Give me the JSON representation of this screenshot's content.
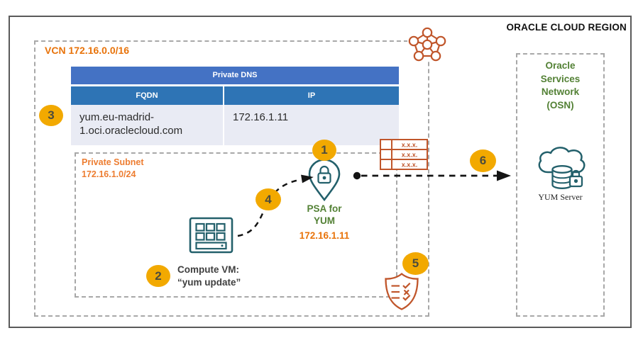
{
  "region": {
    "title": "ORACLE CLOUD REGION"
  },
  "vcn": {
    "label": "VCN 172.16.0.0/16"
  },
  "dns_table": {
    "title": "Private DNS",
    "columns": [
      "FQDN",
      "IP"
    ],
    "rows": [
      {
        "fqdn": "yum.eu-madrid-1.oci.oraclecloud.com",
        "ip": "172.16.1.11"
      }
    ]
  },
  "subnet": {
    "name": "Private Subnet",
    "cidr": "172.16.1.0/24"
  },
  "psa": {
    "title_line1": "PSA for",
    "title_line2": "YUM",
    "ip": "172.16.1.11"
  },
  "compute": {
    "line1": "Compute VM:",
    "line2": "“yum update”"
  },
  "route_table": {
    "cell": "x.x.x."
  },
  "osn": {
    "lines": [
      "Oracle",
      "Services",
      "Network",
      "(OSN)"
    ]
  },
  "yum_server": {
    "label": "YUM Server"
  },
  "steps": [
    "1",
    "2",
    "3",
    "4",
    "5",
    "6"
  ],
  "colors": {
    "orange_text": "#E8730A",
    "orange_light": "#ED7D31",
    "green_text": "#538135",
    "badge": "#F2A900",
    "table_title_bg": "#4472C4",
    "table_header_bg": "#2E74B5",
    "table_row_bg": "#E9EBF4",
    "teal_icon": "#23606B",
    "rust_icon": "#C0562B",
    "dashed_border": "#A8A8A8",
    "outer_border": "#5A5A5A"
  }
}
